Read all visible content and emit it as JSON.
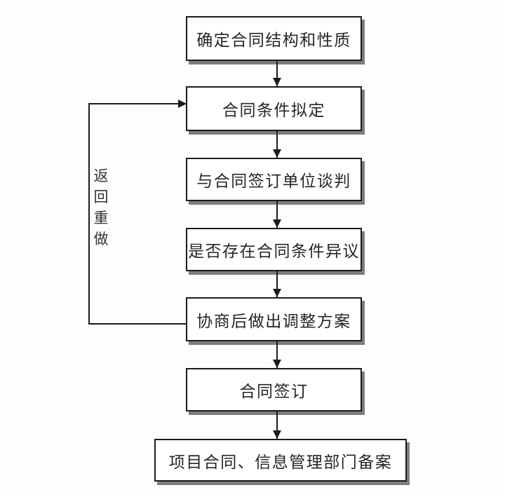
{
  "flowchart": {
    "nodes": [
      {
        "label": "确定合同结构和性质"
      },
      {
        "label": "合同条件拟定"
      },
      {
        "label": "与合同签订单位谈判"
      },
      {
        "label": "是否存在合同条件异议"
      },
      {
        "label": "协商后做出调整方案"
      },
      {
        "label": "合同签订"
      },
      {
        "label": "项目合同、信息管理部门备案"
      }
    ],
    "feedback_label": "返回重做",
    "feedback_label_chars": [
      "返",
      "回",
      "重",
      "做"
    ],
    "colors": {
      "background": "#fefdfe",
      "box_fill": "#ffffff",
      "box_border": "#1c1c1c",
      "line": "#1c1c1c",
      "shadow": "#7d7d7d",
      "text": "#262626"
    }
  }
}
